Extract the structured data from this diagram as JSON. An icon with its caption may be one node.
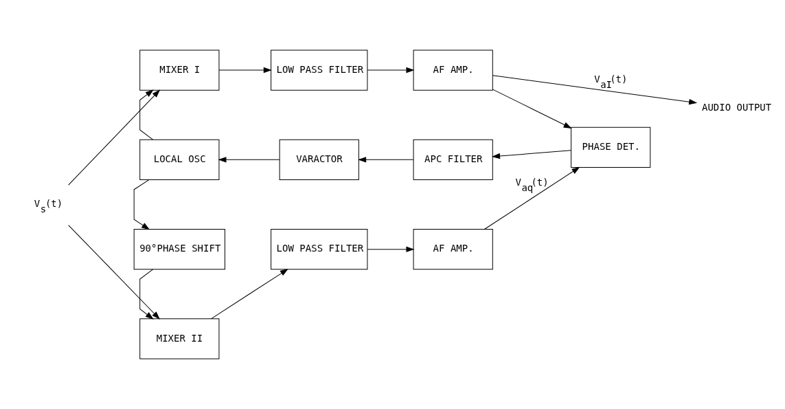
{
  "diagram": {
    "nodes": [
      {
        "text": [
          "MIXER I"
        ]
      },
      {
        "text": [
          "LOW PASS FILTER"
        ]
      },
      {
        "text": [
          "AF AMP."
        ]
      },
      {
        "text": [
          "LOCAL OSC"
        ]
      },
      {
        "text": [
          "VARACTOR"
        ]
      },
      {
        "text": [
          "APC FILTER"
        ]
      },
      {
        "text": [
          "PHASE DET."
        ]
      },
      {
        "text": [
          "90°PHASE SHIFT"
        ]
      },
      {
        "text": [
          "MIXER II"
        ]
      },
      {
        "text": [
          "LOW PASS FILTER"
        ]
      },
      {
        "text": [
          "AF AMP."
        ]
      },
      {
        "text": [
          "V$_{s}$(t)"
        ]
      },
      {
        "text": [
          "AUDIO OUTPUT"
        ]
      }
    ],
    "edges": [
      {
        "from": 11,
        "to": 0,
        "arrow": "to"
      },
      {
        "from": 11,
        "to": 8,
        "arrow": "to"
      },
      {
        "from": 0,
        "to": 1,
        "arrow": "to"
      },
      {
        "from": 1,
        "to": 2,
        "arrow": "to"
      },
      {
        "from": 2,
        "to": 12,
        "arrow": "to",
        "label": "V$_{aI}$(t)"
      },
      {
        "from": 2,
        "to": 6,
        "arrow": "to"
      },
      {
        "from": 6,
        "to": 5,
        "arrow": "to"
      },
      {
        "from": 5,
        "to": 4,
        "arrow": "to"
      },
      {
        "from": 4,
        "to": 3,
        "arrow": "to"
      },
      {
        "from": 3,
        "to": 0,
        "arrow": "to"
      },
      {
        "from": 3,
        "to": 7,
        "arrow": "to"
      },
      {
        "from": 7,
        "to": 8,
        "arrow": "to"
      },
      {
        "from": 8,
        "to": 9,
        "arrow": "to"
      },
      {
        "from": 9,
        "to": 10,
        "arrow": "to"
      },
      {
        "from": 10,
        "to": 6,
        "arrow": "to",
        "label": "V$_{aq}$(t)"
      }
    ]
  }
}
